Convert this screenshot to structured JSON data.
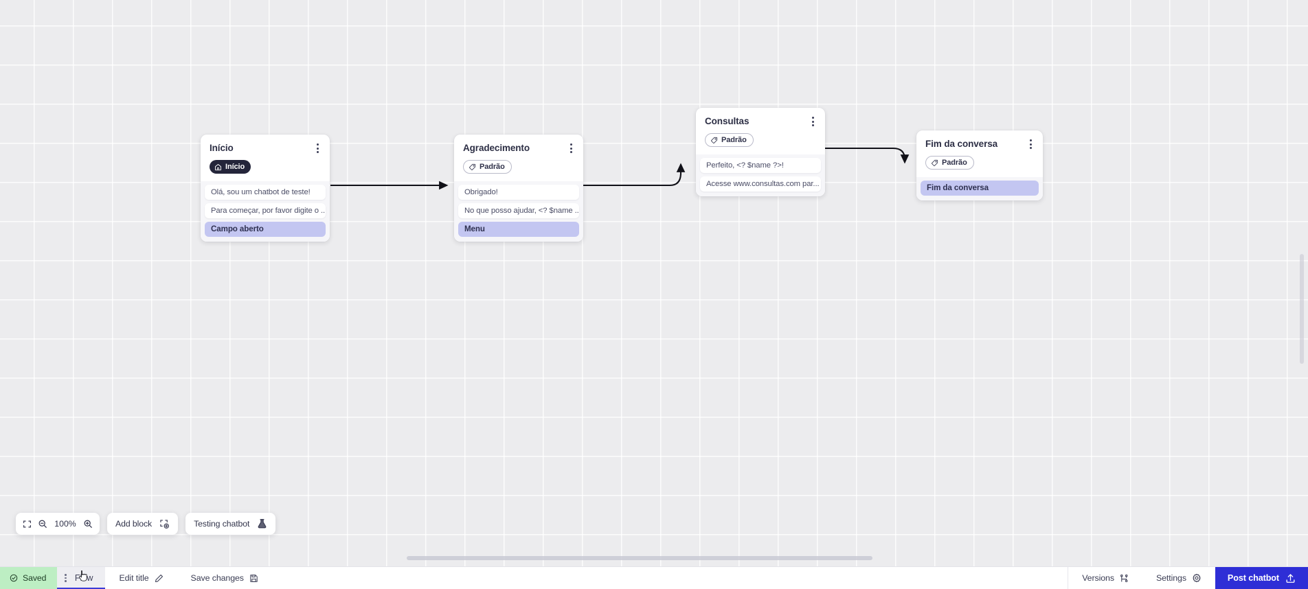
{
  "canvas": {
    "background_color": "#ececee",
    "grid": true
  },
  "nodes": [
    {
      "id": "inicio",
      "title": "Início",
      "badge": {
        "label": "Início",
        "icon": "home-icon",
        "style": "dark"
      },
      "rows": [
        {
          "text": "Olá, sou um chatbot de teste!",
          "style": "white"
        },
        {
          "text": "Para começar, por favor digite o ...",
          "style": "white"
        },
        {
          "text": "Campo aberto",
          "style": "accent"
        }
      ]
    },
    {
      "id": "agradecimento",
      "title": "Agradecimento",
      "badge": {
        "label": "Padrão",
        "icon": "tag-icon",
        "style": "outline"
      },
      "rows": [
        {
          "text": "Obrigado!",
          "style": "white"
        },
        {
          "text": "No que posso ajudar, <? $name ...",
          "style": "white"
        },
        {
          "text": "Menu",
          "style": "accent"
        }
      ]
    },
    {
      "id": "consultas",
      "title": "Consultas",
      "badge": {
        "label": "Padrão",
        "icon": "tag-icon",
        "style": "outline"
      },
      "rows": [
        {
          "text": "Perfeito, <? $name ?>!",
          "style": "white"
        },
        {
          "text": "Acesse www.consultas.com par...",
          "style": "white"
        }
      ]
    },
    {
      "id": "fim",
      "title": "Fim da conversa",
      "badge": {
        "label": "Padrão",
        "icon": "tag-icon",
        "style": "outline"
      },
      "rows": [
        {
          "text": "Fim da conversa",
          "style": "accent"
        }
      ]
    }
  ],
  "toolbar": {
    "fit_icon": "fit-screen-icon",
    "zoom_out_icon": "zoom-out-icon",
    "zoom_level": "100%",
    "zoom_in_icon": "zoom-in-icon",
    "add_block_label": "Add block",
    "add_block_icon": "add-block-icon",
    "testing_label": "Testing chatbot",
    "testing_icon": "flask-icon"
  },
  "bottombar": {
    "saved_label": "Saved",
    "saved_icon": "check-circle-icon",
    "saved_color": "#bdeec3",
    "flow_tab_label": "Flow",
    "flow_tab_handle_icon": "drag-handle-icon",
    "edit_title_label": "Edit title",
    "edit_title_icon": "pencil-icon",
    "save_changes_label": "Save changes",
    "save_changes_icon": "floppy-disk-icon",
    "versions_label": "Versions",
    "versions_icon": "branch-icon",
    "settings_label": "Settings",
    "settings_icon": "gear-icon",
    "post_label": "Post chatbot",
    "post_icon": "upload-icon",
    "post_color": "#2e2ed6"
  }
}
